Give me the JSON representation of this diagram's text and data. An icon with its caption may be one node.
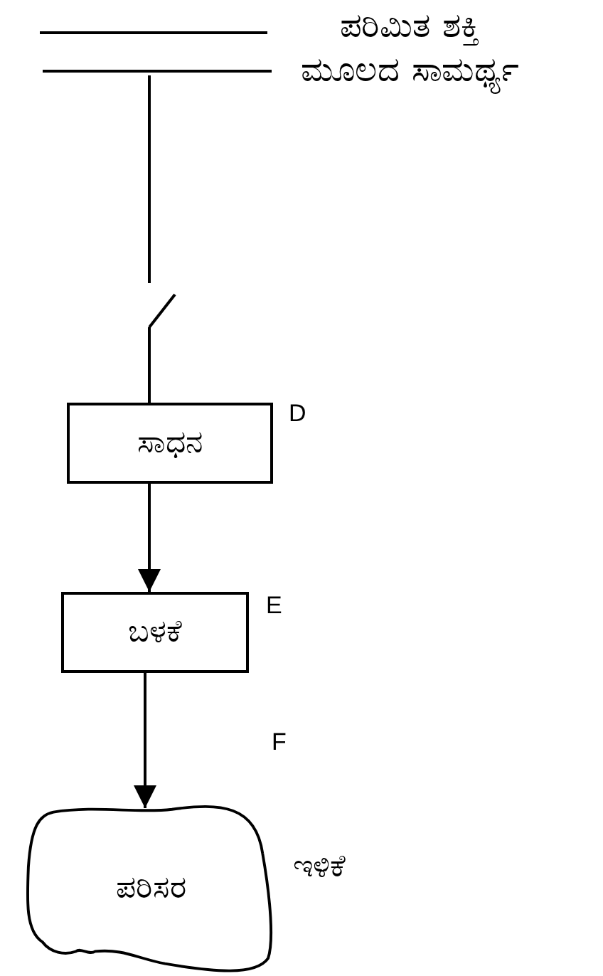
{
  "diagram": {
    "nodes": [
      {
        "text": [],
        "shape": "bar",
        "beside": [
          "ಪರಿಮಿತ ಶಕ್ತಿ ಮೂಲದ ಸಾಮರ್ಥ್ಯ"
        ]
      },
      {
        "text": [],
        "shape": "switch"
      },
      {
        "text": [
          "ಸಾಧನ"
        ],
        "beside": [
          "D"
        ]
      },
      {
        "text": [
          "ಬಳಕೆ"
        ],
        "beside": [
          "E"
        ]
      },
      {
        "text": [
          "ಪರಿಸರ"
        ],
        "beside": [
          "ಇಳಿಕೆ"
        ]
      }
    ],
    "edges": [
      {
        "from": 0,
        "to": 1,
        "arrow": "none"
      },
      {
        "from": 1,
        "to": 2,
        "arrow": "none"
      },
      {
        "from": 2,
        "to": 3,
        "arrow": "to"
      },
      {
        "from": 3,
        "to": 4,
        "arrow": "to"
      }
    ],
    "labels": [
      "F"
    ]
  }
}
